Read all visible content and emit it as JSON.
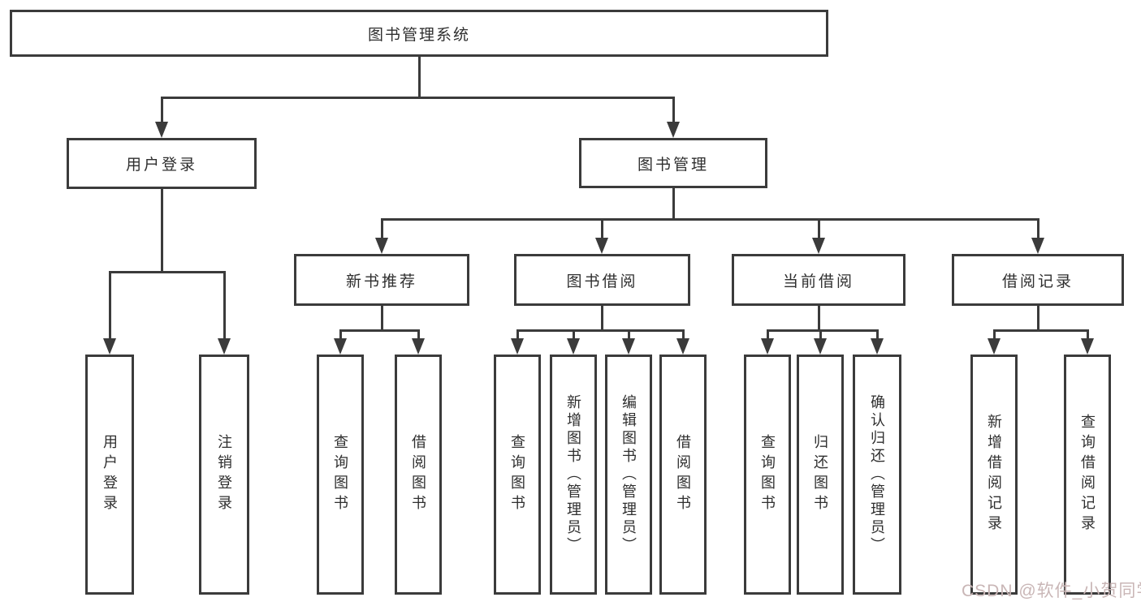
{
  "diagram": {
    "root": {
      "label": "图书管理系统"
    },
    "level2": {
      "user_login": {
        "label": "用户登录"
      },
      "book_management": {
        "label": "图书管理"
      }
    },
    "level3": {
      "new_book_recommend": {
        "label": "新书推荐"
      },
      "book_borrow": {
        "label": "图书借阅"
      },
      "current_borrow": {
        "label": "当前借阅"
      },
      "borrow_record": {
        "label": "借阅记录"
      }
    },
    "leaves": {
      "user_login_leaf": {
        "label": "用户登录"
      },
      "logout": {
        "label": "注销登录"
      },
      "recommend_query_book": {
        "label": "查询图书"
      },
      "recommend_borrow_book": {
        "label": "借阅图书"
      },
      "borrow_query_book": {
        "label": "查询图书"
      },
      "borrow_add_book": {
        "label": "新增图书（管理员）"
      },
      "borrow_edit_book": {
        "label": "编辑图书（管理员）"
      },
      "borrow_borrow_book": {
        "label": "借阅图书"
      },
      "current_query_book": {
        "label": "查询图书"
      },
      "current_return_book": {
        "label": "归还图书"
      },
      "current_confirm_return": {
        "label": "确认归还（管理员）"
      },
      "record_add_record": {
        "label": "新增借阅记录"
      },
      "record_query_record": {
        "label": "查询借阅记录"
      }
    },
    "hierarchy_note": {
      "root_children": "用户登录, 图书管理",
      "user_login_children": "用户登录, 注销登录",
      "book_management_children": "新书推荐, 图书借阅, 当前借阅, 借阅记录",
      "new_book_recommend_children": "查询图书, 借阅图书",
      "book_borrow_children": "查询图书, 新增图书（管理员）, 编辑图书（管理员）, 借阅图书",
      "current_borrow_children": "查询图书, 归还图书, 确认归还（管理员）",
      "borrow_record_children": "新增借阅记录, 查询借阅记录"
    }
  },
  "watermark": {
    "text": "CSDN @软件_小贺同学",
    "color": "#c9b6b6"
  },
  "colors": {
    "line": "#3b3b3b",
    "text": "#2f2f2f",
    "background": "#ffffff"
  }
}
